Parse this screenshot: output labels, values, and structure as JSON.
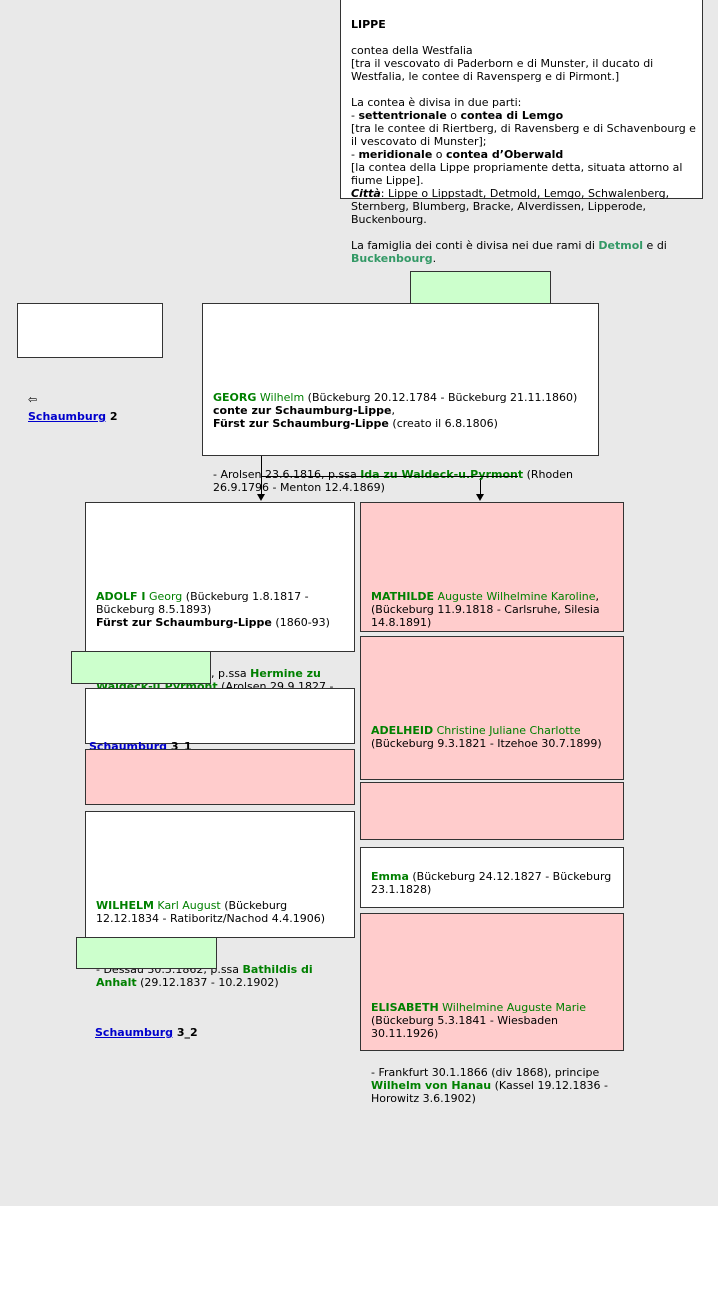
{
  "lippe": {
    "title": "LIPPE",
    "l1": "contea della Westfalia",
    "l2": "[tra il vescovato di Paderborn e di Munster, il ducato di",
    "l3": "Westfalia, le contee di Ravensperg e di Pirmont.]",
    "l4": "La contea è divisa in due parti:",
    "l5a": "- ",
    "l5b": "settentrionale",
    "l5c": " o ",
    "l5d": "contea di Lemgo",
    "l6": "[tra le contee di Riertberg, di Ravensberg e di Schavenbourg e",
    "l7": "il vescovato di Munster];",
    "l8a": "- ",
    "l8b": "meridionale",
    "l8c": " o ",
    "l8d": "contea d’Oberwald",
    "l9": "[la contea della Lippe propriamente detta, situata attorno al",
    "l10": "fiume Lippe].",
    "l11a": "Città",
    "l11b": ": Lippe o Lippstadt, Detmold, Lemgo, Schwalenberg,",
    "l12": "Sternberg, Blumberg, Bracke, Alverdissen, Lipperode,",
    "l13": "Buckenbourg.",
    "l14a": "La famiglia dei conti è divisa nei due rami di ",
    "l14b": "Detmol",
    "l14c": " e di",
    "l15a": "Buckenbourg",
    "l15b": "."
  },
  "back": {
    "arrow": "⇦",
    "link": "Schaumburg",
    "num": " 2"
  },
  "georg": {
    "name": "GEORG",
    "given": " Wilhelm",
    "dates": " (Bückeburg 20.12.1784 - Bückeburg 21.11.1860)",
    "title1": "conte zur Schaumburg-Lippe",
    "comma": ",",
    "title2": "Fürst zur Schaumburg-Lippe",
    "created": " (creato il 6.8.1806)",
    "marriage_a": "- Arolsen 23.6.1816, p.ssa ",
    "spouse": "Ida zu Waldeck-u.Pyrmont",
    "marriage_b": " (Rhoden",
    "marriage_c": "26.9.1796 - Menton 12.4.1869)"
  },
  "adolf": {
    "name": "ADOLF I",
    "given": " Georg",
    "dates1": " (Bückeburg 1.8.1817 -",
    "dates2": "Bückeburg 8.5.1893)",
    "title": "Fürst zur Schaumburg-Lippe",
    "reign": " (1860-93)",
    "marriage_a": ", p.ssa ",
    "spouse": "Hermine zu",
    "spouse2": "Waldeck-u.Pyrmont",
    "marriage_b": " (Arolsen 29.9.1827 -",
    "link": "Schaumburg",
    "num": " 3_1"
  },
  "wilhelm": {
    "name": "WILHELM",
    "given": " Karl August",
    "dates1": " (Bückeburg",
    "dates2": "12.12.1834 - Ratiboritz/Nachod 4.4.1906)",
    "marriage_a": "- Dessau 30.5.1862, p.ssa ",
    "spouse": "Bathildis di",
    "spouse2": "Anhalt",
    "marriage_b": " (29.12.1837 - 10.2.1902)",
    "link": "Schaumburg",
    "num": " 3_2"
  },
  "mathilde": {
    "name": "MATHILDE",
    "given": " Auguste Wilhelmine Karoline",
    "dates1": ",",
    "dates2": "(Bückeburg 11.9.1818 - Carlsruhe, Silesia",
    "dates3": "14.8.1891)"
  },
  "adelheid": {
    "name": "ADELHEID",
    "given": " Christine Juliane Charlotte",
    "dates": "(Bückeburg 9.3.1821 - Itzehoe 30.7.1899)"
  },
  "emma": {
    "name": "Emma",
    "dates1": " (Bückeburg 24.12.1827 - Bückeburg",
    "dates2": "23.1.1828)"
  },
  "elisabeth": {
    "name": "ELISABETH",
    "given": " Wilhelmine Auguste Marie",
    "dates1": "(Bückeburg 5.3.1841 - Wiesbaden",
    "dates2": "30.11.1926)",
    "marriage_a": "- Frankfurt 30.1.1866 (div 1868), principe",
    "spouse": "Wilhelm von Hanau",
    "marriage_b": " (Kassel 19.12.1836 -",
    "marriage_c": "Horowitz 3.6.1902)"
  }
}
